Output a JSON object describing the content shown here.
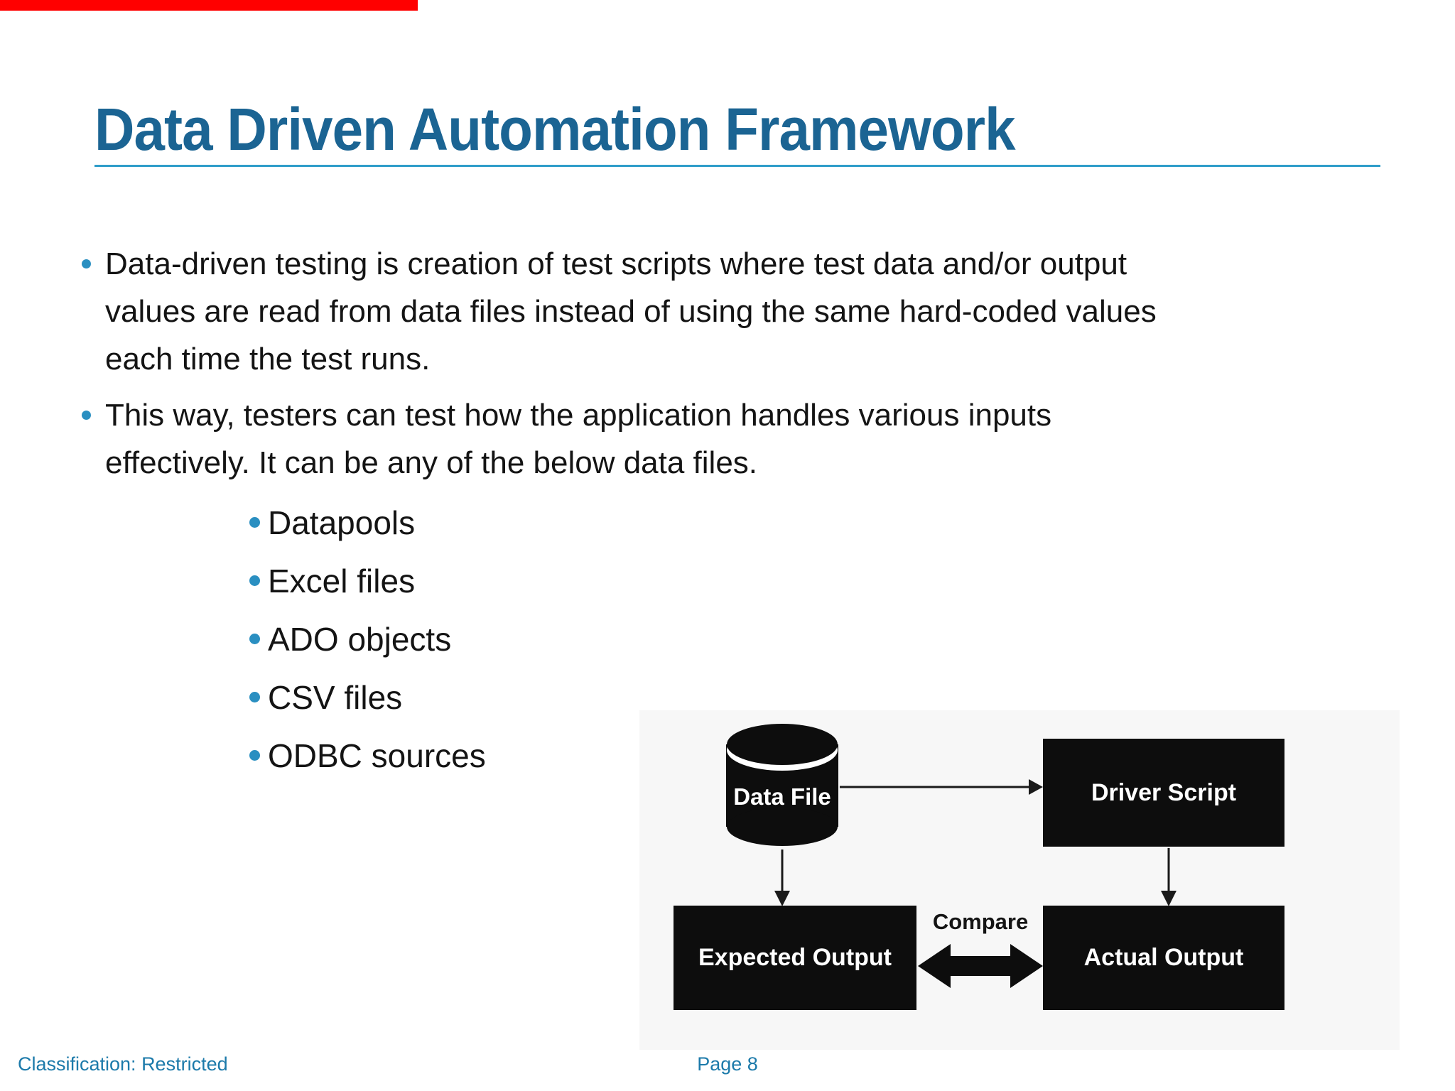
{
  "slide": {
    "title": "Data Driven Automation Framework",
    "bullets": [
      {
        "lines": [
          "Data-driven testing is creation of test scripts where test data and/or output",
          "values are read from data files instead of using the same hard-coded values",
          "each time the test runs."
        ]
      },
      {
        "lines": [
          "This way, testers can test how the application handles various inputs",
          "effectively. It can be any of the below data files."
        ]
      }
    ],
    "sub_bullets": [
      "Datapools",
      "Excel files",
      "ADO objects",
      "CSV files",
      "ODBC sources"
    ]
  },
  "diagram": {
    "nodes": {
      "data_file": "Data File",
      "driver_script": "Driver Script",
      "expected_output": "Expected Output",
      "actual_output": "Actual Output"
    },
    "compare_label": "Compare",
    "icons": {
      "data_file": "database-cylinder-icon",
      "flow_arrows": "thin-arrow",
      "compare": "double-headed-arrow"
    }
  },
  "footer": {
    "classification": "Classification: Restricted",
    "page": "Page 8"
  },
  "colors": {
    "accent_red": "#ff0000",
    "title_blue": "#1b6493",
    "underline_blue": "#2f9dc9",
    "bullet_blue": "#2a8fc1",
    "footer_blue": "#1c7aaa",
    "box_black": "#0d0d0d",
    "body_text": "#141414",
    "diagram_background": "#f7f7f7"
  }
}
